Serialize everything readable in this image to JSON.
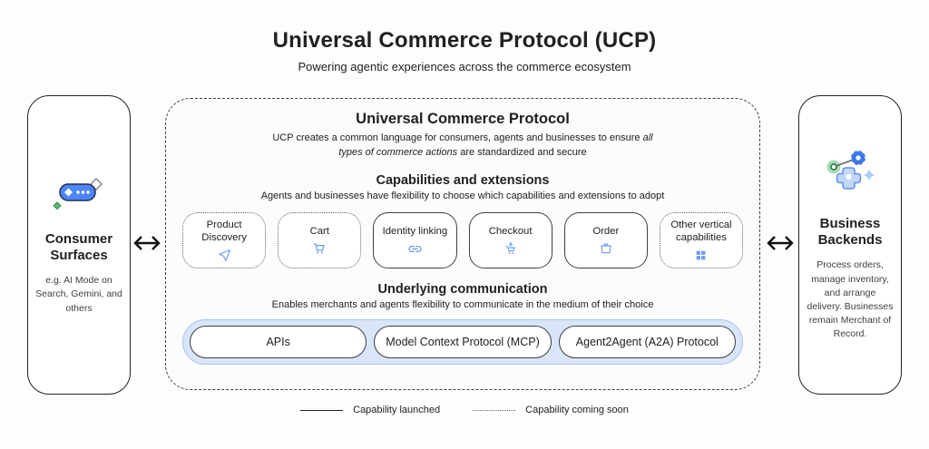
{
  "header": {
    "title": "Universal Commerce Protocol (UCP)",
    "subtitle": "Powering agentic experiences across the commerce ecosystem"
  },
  "consumer_panel": {
    "icon": "chat-pill-sparkle-icon",
    "title": "Consumer Surfaces",
    "description": "e.g. AI Mode on Search, Gemini, and others"
  },
  "business_panel": {
    "icon": "gear-integration-icon",
    "title": "Business Backends",
    "description": "Process orders, manage inventory, and arrange delivery. Businesses remain Merchant of Record."
  },
  "ucp": {
    "title": "Universal Commerce Protocol",
    "description": {
      "prefix": "UCP creates a common language for consumers, agents and businesses to ensure ",
      "italic": "all types of commerce actions",
      "suffix": " are standardized and secure"
    },
    "capabilities": {
      "title": "Capabilities and extensions",
      "subtitle": "Agents and businesses have flexibility to choose which capabilities and extensions to adopt",
      "items": [
        {
          "label": "Product Discovery",
          "icon": "send-icon",
          "status": "coming-soon"
        },
        {
          "label": "Cart",
          "icon": "cart-icon",
          "status": "coming-soon"
        },
        {
          "label": "Identity linking",
          "icon": "link-icon",
          "status": "launched"
        },
        {
          "label": "Checkout",
          "icon": "checkout-cart-icon",
          "status": "launched"
        },
        {
          "label": "Order",
          "icon": "order-box-icon",
          "status": "launched"
        },
        {
          "label": "Other vertical capabilities",
          "icon": "grid-icon",
          "status": "coming-soon"
        }
      ]
    },
    "communication": {
      "title": "Underlying communication",
      "subtitle": "Enables merchants and agents flexibility to communicate in the medium of their choice",
      "items": [
        {
          "label": "APIs"
        },
        {
          "label": "Model Context Protocol (MCP)"
        },
        {
          "label": "Agent2Agent (A2A) Protocol"
        }
      ]
    }
  },
  "legend": {
    "launched": "Capability launched",
    "coming_soon": "Capability coming soon"
  },
  "colors": {
    "accent_blue": "#4285f4",
    "icon_blue": "#6d9eeb",
    "light_blue_bg": "#d9e6f9",
    "light_blue_border": "#a9c3ec",
    "border_dark": "#202124",
    "green": "#5bb974"
  }
}
